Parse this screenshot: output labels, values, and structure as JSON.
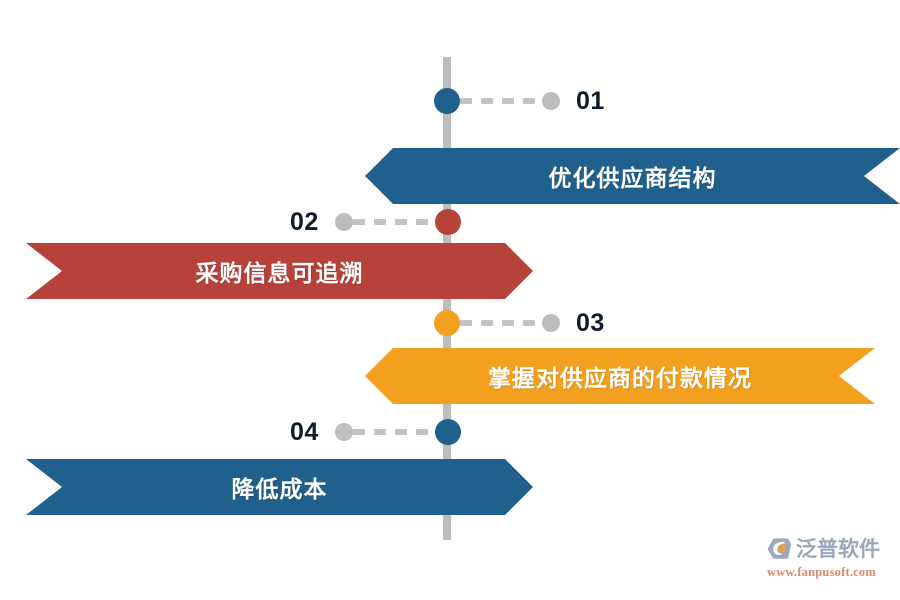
{
  "diagram": {
    "type": "arrow-banner-timeline",
    "orientation": "vertical-spine-alternating",
    "spine_color": "#bdbdbd",
    "items": [
      {
        "number": "01",
        "label": "优化供应商结构",
        "color": "#20608c",
        "side": "right",
        "dot_color": "#20608c"
      },
      {
        "number": "02",
        "label": "采购信息可追溯",
        "color": "#b6423a",
        "side": "left",
        "dot_color": "#b6423a"
      },
      {
        "number": "03",
        "label": "掌握对供应商的付款情况",
        "color": "#f2a01e",
        "side": "right",
        "dot_color": "#f2a01e"
      },
      {
        "number": "04",
        "label": "降低成本",
        "color": "#20608c",
        "side": "left",
        "dot_color": "#20608c"
      }
    ]
  },
  "watermark": {
    "icon": "fanpu-logo-mark",
    "brand": "泛普软件",
    "url": "www.fanpusoft.com",
    "brand_color": "#9aa7bd",
    "url_color": "#d98a6a"
  }
}
